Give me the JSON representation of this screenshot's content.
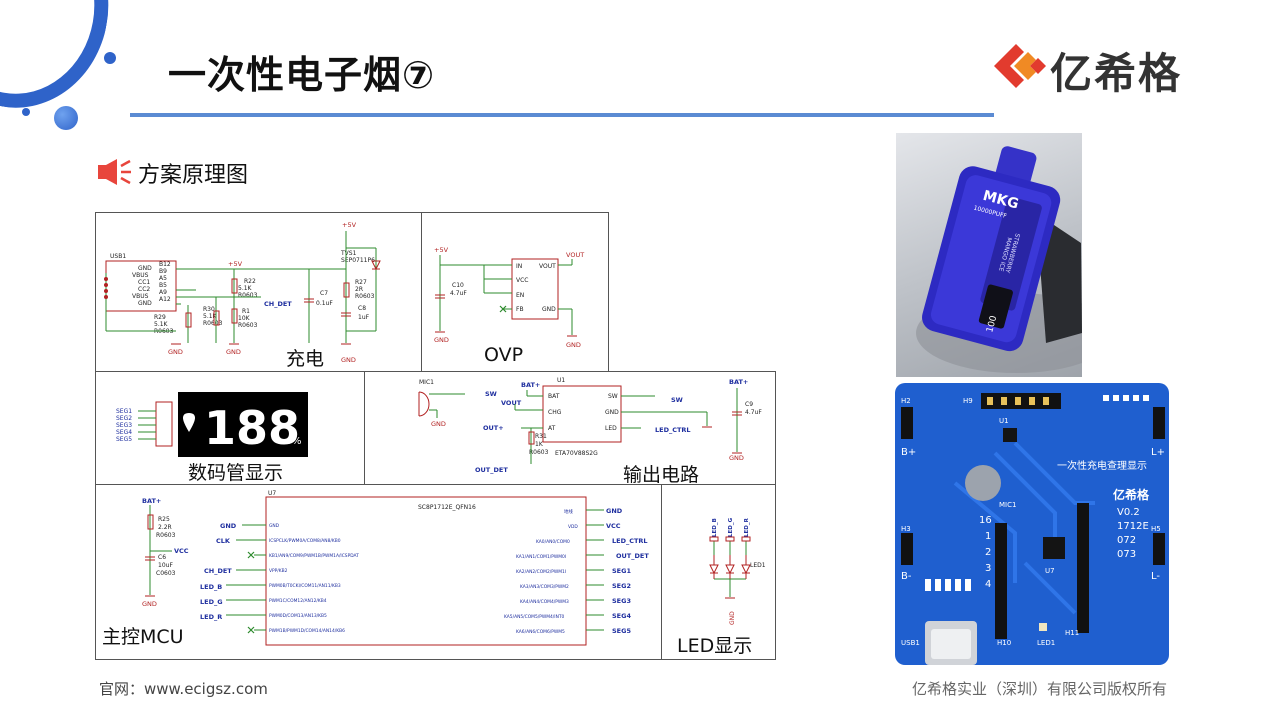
{
  "header": {
    "title": "一次性电子烟⑦",
    "brand_name": "亿希格"
  },
  "section": {
    "heading": "方案原理图"
  },
  "schematic": {
    "charge_label": "充电",
    "ovp_label": "OVP",
    "display_label": "数码管显示",
    "output_label": "输出电路",
    "mcu_label": "主控MCU",
    "led_label": "LED显示",
    "usb_ref": "USB1",
    "usb_pins": [
      "GND",
      "VBUS",
      "CC1",
      "CC2",
      "VBUS",
      "GND"
    ],
    "usb_pin_nums": [
      "B12",
      "B9",
      "A5",
      "B5",
      "A9",
      "A12"
    ],
    "tvs_ref": "TVS1",
    "tvs_part": "SEP0711P6",
    "r22": "R22",
    "r22_val": "5.1K",
    "r1": "R1",
    "r1_val": "10K",
    "r0603": "R0603",
    "c7": "C7",
    "c7_val": "0.1uF",
    "r27": "R27",
    "r27_val": "2R",
    "c8": "C8",
    "c8_val": "1uF",
    "r30": "R30",
    "r30_val": "5.1K",
    "r29": "R29",
    "r29_val": "5.1K",
    "ch_det": "CH_DET",
    "plus5v": "+5V",
    "gnd": "GND",
    "c10": "C10",
    "c10_val": "4.7uF",
    "vout": "VOUT",
    "ovp_in": "IN",
    "ovp_vcc": "VCC",
    "ovp_en": "EN",
    "ovp_fb": "FB",
    "ovp_out": "VOUT",
    "ovp_gnd": "GND",
    "seg_names": [
      "SEG1",
      "SEG2",
      "SEG3",
      "SEG4",
      "SEG5"
    ],
    "seg_digits": "188",
    "seg_percent": "%",
    "mic_ref": "MIC1",
    "sw": "SW",
    "bat_plus": "BAT+",
    "u1": "U1",
    "u1_part": "ETA70V88S2G",
    "u1_pins_l": [
      "BAT",
      "CHG",
      "AT"
    ],
    "u1_pins_r": [
      "SW",
      "GND",
      "LED"
    ],
    "out_plus": "OUT+",
    "out_det": "OUT_DET",
    "r31": "R31",
    "r31_val": "1K",
    "led_ctrl": "LED_CTRL",
    "c9": "C9",
    "c9_val": "4.7uF",
    "r25": "R25",
    "r25_val": "2.2R",
    "c6": "C6",
    "c6_val": "10uF",
    "c0603": "C0603",
    "vcc": "VCC",
    "u7": "U7",
    "u7_part": "SC8P1712E_QFN16",
    "clk": "CLK",
    "led_b": "LED_B",
    "led_g": "LED_G",
    "led_r": "LED_R",
    "led1": "LED1",
    "mcu_left_pins": [
      "GND",
      "ICSPCLK/PWM0A/COM8/AN8/KB0",
      "KB1/AN9/COM9/PWM1B/PWM1A/ICSPDAT",
      "VPP/KB2",
      "PWM0B/T0CKI/COM11/AN11/KB3",
      "PWM1C/COM12/AN12/KB4",
      "PWM0D/COM13/AN13/KB5",
      "PWM1B/PWM1D/COM14/AN14/KB6"
    ],
    "mcu_right_pins": [
      "地线",
      "VDD",
      "KA0/AN0/COM0",
      "KA1/AN1/COM1/PWM0I",
      "KA2/AN2/COM2/PWM1I",
      "KA3/AN3/COM3/PWM2",
      "KA4/AN4/COM4/PWM3",
      "KA5/AN5/COM5/PWM4/INT0",
      "KA6/AN6/COM6/PWM5"
    ],
    "mcu_right_nets": [
      "GND",
      "VCC",
      "LED_CTRL",
      "OUT_DET",
      "SEG1",
      "SEG2",
      "SEG3",
      "SEG4",
      "SEG5"
    ]
  },
  "product_photo": {
    "brand": "MKG",
    "puffs": "10000PUFF",
    "flavor_line1": "STRAWBERRY",
    "flavor_line2": "MANGO ICE",
    "screen_digits": "100"
  },
  "pcb_photo": {
    "h2": "H2",
    "h9": "H9",
    "h3": "H3",
    "h5": "H5",
    "h10": "H10",
    "h11": "H11",
    "b_plus": "B+",
    "b_minus": "B-",
    "l_plus": "L+",
    "l_minus": "L-",
    "board_title": "一次性充电查理显示",
    "logo": "亿希格",
    "version_lines": [
      "V0.2",
      "1712E",
      "072",
      "073"
    ],
    "pin_numbers": [
      "16",
      "1",
      "2",
      "3",
      "4"
    ],
    "usb_label": "USB1",
    "led_label": "LED1",
    "mic_label": "MIC1",
    "u7_label": "U7",
    "u1_label": "U1"
  },
  "footer": {
    "website": "官网：www.ecigsz.com",
    "copyright": "亿希格实业（深圳）有限公司版权所有"
  },
  "colors": {
    "accent_blue": "#2f63c9",
    "brand_red": "#e23b2e",
    "brand_orange": "#f08a24",
    "net_red": "#b22222",
    "net_blue": "#1f2f9f",
    "wire_green": "#2e8b2e",
    "pcb_blue": "#1f5fcf"
  }
}
